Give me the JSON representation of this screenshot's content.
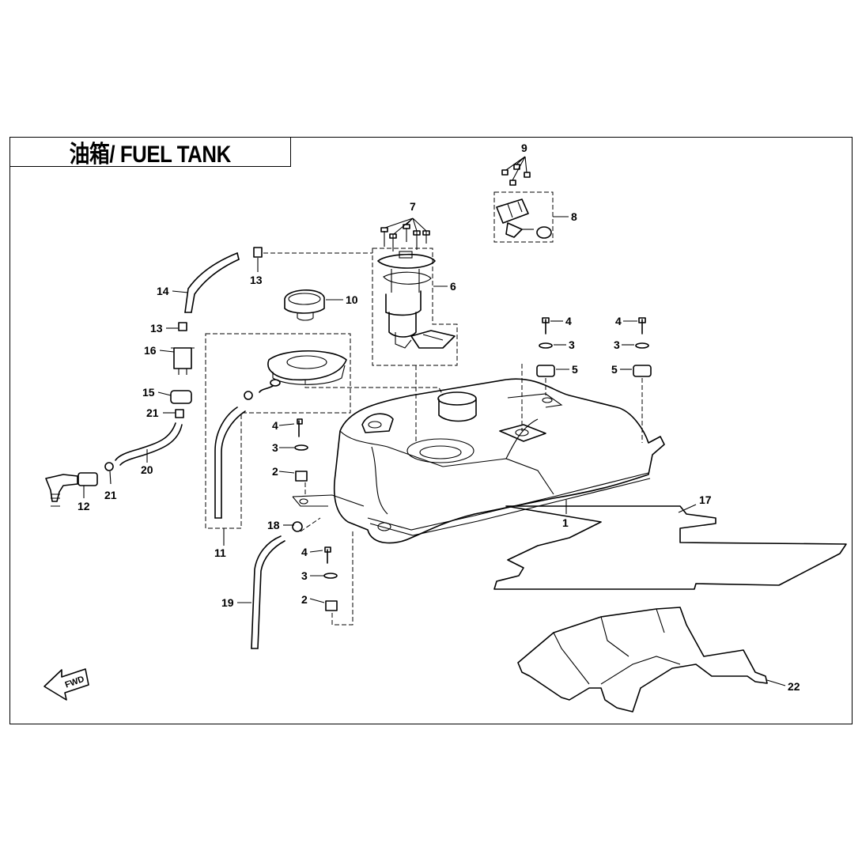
{
  "title": "油箱/ FUEL TANK",
  "fwd_label": "FWD",
  "callouts": [
    {
      "id": "c1",
      "label": "1"
    },
    {
      "id": "c2a",
      "label": "2"
    },
    {
      "id": "c2b",
      "label": "2"
    },
    {
      "id": "c3a",
      "label": "3"
    },
    {
      "id": "c3b",
      "label": "3"
    },
    {
      "id": "c3c",
      "label": "3"
    },
    {
      "id": "c3d",
      "label": "3"
    },
    {
      "id": "c4a",
      "label": "4"
    },
    {
      "id": "c4b",
      "label": "4"
    },
    {
      "id": "c4c",
      "label": "4"
    },
    {
      "id": "c4d",
      "label": "4"
    },
    {
      "id": "c5a",
      "label": "5"
    },
    {
      "id": "c5b",
      "label": "5"
    },
    {
      "id": "c6",
      "label": "6"
    },
    {
      "id": "c7",
      "label": "7"
    },
    {
      "id": "c8",
      "label": "8"
    },
    {
      "id": "c9",
      "label": "9"
    },
    {
      "id": "c10",
      "label": "10"
    },
    {
      "id": "c11",
      "label": "11"
    },
    {
      "id": "c12",
      "label": "12"
    },
    {
      "id": "c13a",
      "label": "13"
    },
    {
      "id": "c13b",
      "label": "13"
    },
    {
      "id": "c14",
      "label": "14"
    },
    {
      "id": "c15",
      "label": "15"
    },
    {
      "id": "c16",
      "label": "16"
    },
    {
      "id": "c17",
      "label": "17"
    },
    {
      "id": "c18",
      "label": "18"
    },
    {
      "id": "c19",
      "label": "19"
    },
    {
      "id": "c20",
      "label": "20"
    },
    {
      "id": "c21a",
      "label": "21"
    },
    {
      "id": "c21b",
      "label": "21"
    },
    {
      "id": "c22",
      "label": "22"
    }
  ]
}
